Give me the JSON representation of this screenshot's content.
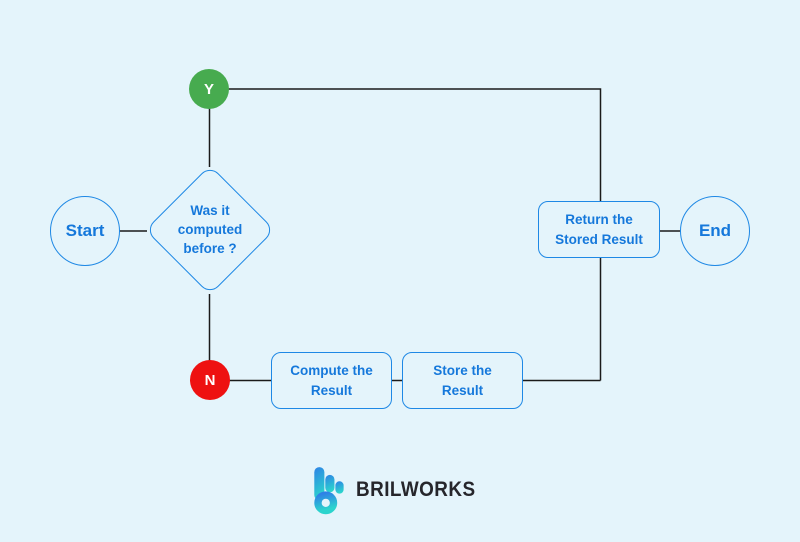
{
  "colors": {
    "background": "#E4F4FB",
    "accent_blue": "#1E88E5",
    "text_blue": "#1578DB",
    "line_black": "#1A1A1A",
    "yes_green": "#47AB4F",
    "no_red": "#EE1111",
    "node_fill": "#E4F4FB",
    "logo_text": "#26262B"
  },
  "flowchart": {
    "start": {
      "label": "Start"
    },
    "decision": {
      "lines": [
        "Was it",
        "computed",
        "before ?"
      ]
    },
    "yes_branch": {
      "label": "Y"
    },
    "no_branch": {
      "label": "N"
    },
    "compute": {
      "lines": [
        "Compute the",
        "Result"
      ]
    },
    "store": {
      "lines": [
        "Store the",
        "Result"
      ]
    },
    "return_stored": {
      "lines": [
        "Return the",
        "Stored Result"
      ]
    },
    "end": {
      "label": "End"
    }
  },
  "logo": {
    "text": "BRILWORKS",
    "icon": "brilworks-b-mark",
    "gradient": [
      "#2E82E6",
      "#2BD4CD"
    ]
  }
}
